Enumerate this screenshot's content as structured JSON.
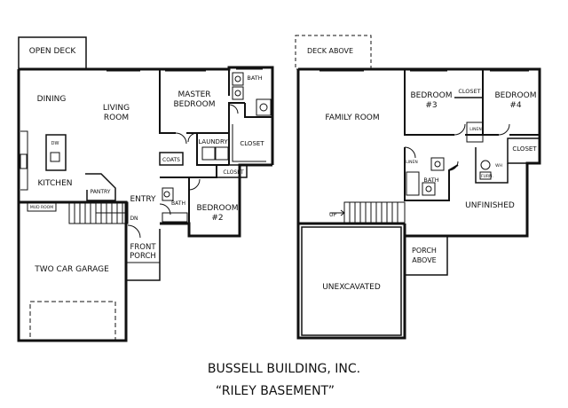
{
  "main_floor": {
    "open_deck": "OPEN DECK",
    "dining": "DINING",
    "living_room_1": "LIVING",
    "living_room_2": "ROOM",
    "master_bedroom_1": "MASTER",
    "master_bedroom_2": "BEDROOM",
    "bath_master": "BATH",
    "laundry": "LAUNDRY",
    "closet_master": "CLOSET",
    "coats": "COATS",
    "closet_small": "CLOSET",
    "dw": "DW",
    "kitchen": "KITCHEN",
    "pantry": "PANTRY",
    "mud_room": "MUD ROOM",
    "entry": "ENTRY",
    "dn": "DN",
    "bath_hall": "BATH",
    "bedroom2_1": "BEDROOM",
    "bedroom2_2": "#2",
    "front_porch_1": "FRONT",
    "front_porch_2": "PORCH",
    "garage": "TWO CAR GARAGE"
  },
  "basement": {
    "deck_above": "DECK ABOVE",
    "family_room": "FAMILY ROOM",
    "bedroom3_1": "BEDROOM",
    "bedroom3_2": "#3",
    "closet_mid": "CLOSET",
    "bedroom4_1": "BEDROOM",
    "bedroom4_2": "#4",
    "linen_upper": "LINEN",
    "closet_right": "CLOSET",
    "linen_lower": "LINEN",
    "wh": "WH",
    "furn": "FURN.",
    "bath": "BATH",
    "unfinished": "UNFINISHED",
    "up": "UP",
    "porch_above_1": "PORCH",
    "porch_above_2": "ABOVE",
    "unexcavated": "UNEXCAVATED"
  },
  "caption": {
    "company": "BUSSELL BUILDING, INC.",
    "plan_name": "“RILEY BASEMENT”"
  }
}
